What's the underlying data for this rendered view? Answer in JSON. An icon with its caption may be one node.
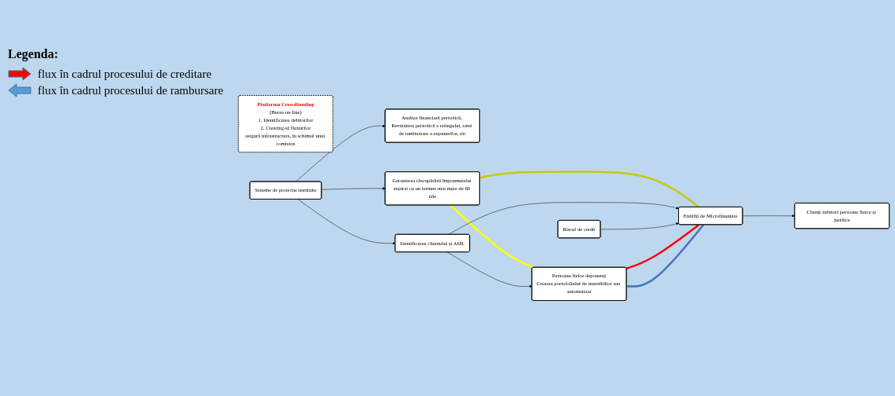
{
  "diagram": {
    "nodes": [
      {
        "text": [
          "Sisteme de protecție instituite"
        ]
      },
      {
        "text": [
          "Garantarea răscupărării împrumutului expirat cu un termen mai mare de 60 zile"
        ]
      },
      {
        "text": [
          "Analiza financiară periodică, Revizuirea periodică a ratingului, ratei de rambursare a expunerilor, etc"
        ]
      },
      {
        "text": [
          "Identificarea clientului și AML"
        ]
      },
      {
        "text": [
          "Riscul de credit"
        ]
      },
      {
        "text": [
          "Platforma Crowdfunding",
          "(Bursa on-line)",
          "1. Identificarea debitorilor",
          "2. Clearing-ul fluxurilor",
          "asigură infrastructura, în schimul unui comision"
        ]
      },
      {
        "text": [
          "Persoane fizice deponenți",
          "Crearea portofoliului de sinestătător sau automatizat"
        ]
      },
      {
        "text": [
          "Entități de Microfinanțare"
        ]
      },
      {
        "text": [
          "Clienți debitori persoane fizice și juridice"
        ]
      }
    ],
    "edges": [
      {
        "from": 0,
        "to": 1,
        "arrow": "to"
      },
      {
        "from": 0,
        "to": 2,
        "arrow": "to"
      },
      {
        "from": 0,
        "to": 3,
        "arrow": "to"
      },
      {
        "from": 1,
        "to": 6,
        "arrow": "to",
        "style": "thick",
        "color": "#ffff00"
      },
      {
        "from": 1,
        "to": 7,
        "arrow": "none",
        "style": "thick",
        "color": "#c8c800"
      },
      {
        "from": 3,
        "to": 6,
        "arrow": "to"
      },
      {
        "from": 3,
        "to": 7,
        "arrow": "to"
      },
      {
        "from": 4,
        "to": 7,
        "arrow": "to"
      },
      {
        "from": 6,
        "to": 7,
        "arrow": "to",
        "style": "thick",
        "color": "#ff0000"
      },
      {
        "from": 7,
        "to": 6,
        "arrow": "to",
        "style": "thick",
        "color": "#4472c4"
      },
      {
        "from": 7,
        "to": 8,
        "arrow": "to"
      }
    ],
    "labels": [
      "Legenda:"
    ],
    "legend": [
      {
        "text": "flux în cadrul procesului de creditare",
        "color": "#ff0000"
      },
      {
        "text": "flux în cadrul procesului de rambursare",
        "color": "#5b9bd5"
      }
    ]
  }
}
